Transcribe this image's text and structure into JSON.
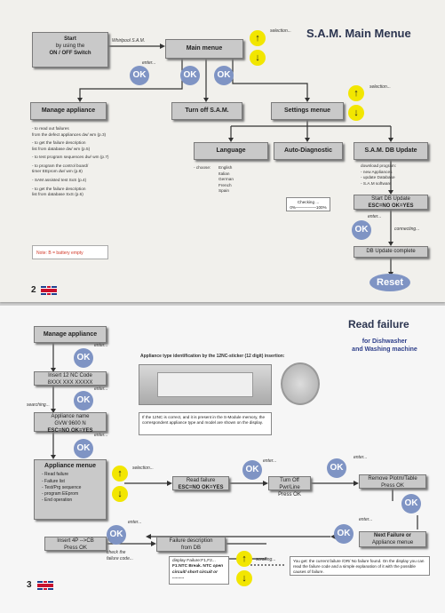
{
  "page1": {
    "title": "S.A.M. Main Menue",
    "start_box": {
      "title": "Start",
      "line1": "by using the",
      "line2": "ON / OFF Switch"
    },
    "whirlpool_label": "Whirlpool S.A.M.",
    "main_menu": "Main menue",
    "selection1": "selection...",
    "enter1": "enter...",
    "ok_label": "OK",
    "manage_appliance": "Manage appliance",
    "turn_off": "Turn off S.A.M.",
    "settings_menu": "Settings  menue",
    "selection2": "selection...",
    "manage_list": [
      "- to read out failures",
      "  from the defect appliances dw/ wm (p.3)",
      "- to get the failure description",
      "  list from database           dw/ wm (p.5)",
      "- to test program sequences dw/ wm (p.7)",
      "- to program the control board/",
      "  timer EEprom                    dw/ wm (p.8)",
      "- SAM assisted test            SxS      (p.4)",
      "- to get the failure description",
      "  list from database             SxS      (p.6)"
    ],
    "note": "Note:  B = battery empty",
    "language": "Language",
    "language_choose": "- choose:",
    "languages": [
      "English",
      "Italian",
      "German",
      "French",
      "Spain"
    ],
    "auto_diag": "Auto-Diagnostic",
    "checking": "Checking ...",
    "checking_range": "0%—————100%",
    "db_update": "S.A.M. DB Update",
    "download_list": [
      "download program:",
      "- new Appliances",
      "- update Database",
      "- S.A.M software"
    ],
    "start_db": "Start DB Update",
    "esc_no_ok_yes": "ESC=NO     OK=YES",
    "enter2": "enter...",
    "connecting": "connecting...",
    "db_complete": "DB Update complete",
    "reset": "Reset",
    "page_number": "2"
  },
  "page2": {
    "title": "Read failure",
    "subtitle1": "for Dishwasher",
    "subtitle2": "and Washing machine",
    "manage_appliance": "Manage appliance",
    "enter": "enter...",
    "ok_label": "OK",
    "insert_box_l1": "Insert 12 NC Code",
    "insert_box_l2": "8XXX XXX XXXXX",
    "identification": "Appliance type identification by the 12NC-sticker (12 digit) insertion:",
    "searching": "searching...",
    "appliance_name_l1": "Appliance name",
    "appliance_name_l2": "GVW 9600 N",
    "appliance_name_l3": "ESC=NO     OK=YES",
    "correct_note": "If the 12NC is correct, and it is present in the S-Module memory, the correspondent appliance type and model are shown on the display.",
    "appliance_menu": "Appliance menue",
    "appliance_menu_items": [
      "- Read failure",
      "- Failure list",
      "- Test/Prg sequence",
      "- program EEprom",
      "- End operation"
    ],
    "selection": "selection...",
    "read_failure_l1": "Read failure",
    "read_failure_l2": "ESC=NO     OK=YES",
    "turn_off_l1": "Turn Off Pwr/Line",
    "turn_off_l2": "Press OK",
    "remove_l1": "Remove Plotm/Table",
    "remove_l2": "Press OK",
    "insert4p_l1": "Insert 4P -->CB",
    "insert4p_l2": "Press OK",
    "check_label": "check the",
    "check_label2": "failure code...",
    "failure_desc_l1": "Failure description",
    "failure_desc_l2": "from DB",
    "next_failure_l1": "Next Failure  or",
    "next_failure_l2": "Appliance menue",
    "display_l1": "display Failure:F1,F2...",
    "display_l2": "F1:NTC Break. NTC",
    "display_l3": "open circuit/ short",
    "display_l4": "circuit or ..........",
    "scrolling": "scrolling...",
    "you_get": "You get: the current failure /OR/ No failure found. On the display you can read the failure code and a simple explanation of it with the possible causes of failure.",
    "page_number": "3"
  },
  "colors": {
    "ok_blue": "#7f94c4",
    "arrow_yellow": "#f2e600",
    "box_grey": "#c9c9c9",
    "title_navy": "#2c3550",
    "note_red": "#d23a2a"
  },
  "icons": [
    "arrow-up-icon",
    "arrow-down-icon",
    "uk-flag-icon"
  ]
}
